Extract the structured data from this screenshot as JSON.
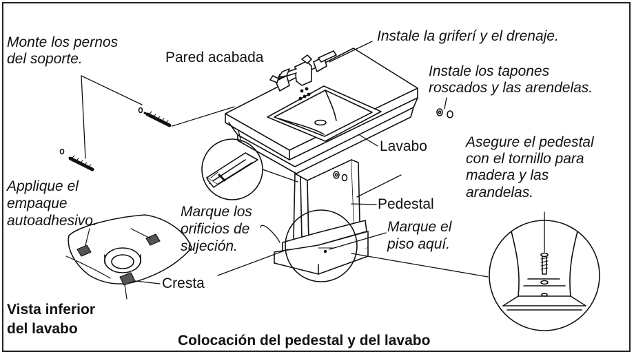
{
  "labels": {
    "monte_line1": "Monte los pernos",
    "monte_line2": "del soporte.",
    "pared": "Pared acabada",
    "instale_griferia": "Instale la griferí y el drenaje.",
    "tapones_line1": "Instale los tapones",
    "tapones_line2": "roscados y las arendelas.",
    "lavabo": "Lavabo",
    "asegure_line1": "Asegure el pedestal",
    "asegure_line2": "con el tornillo para",
    "asegure_line3": "madera y las",
    "asegure_line4": "arandelas.",
    "applique_line1": "Applique el",
    "applique_line2": "empaque",
    "applique_line3": "autoadhesivo.",
    "marque_orif_line1": "Marque los",
    "marque_orif_line2": "orificios de",
    "marque_orif_line3": "sujeción.",
    "pedestal": "Pedestal",
    "marque_piso_line1": "Marque el",
    "marque_piso_line2": "piso aquí.",
    "cresta": "Cresta",
    "vista_line1": "Vista inferior",
    "vista_line2": "del lavabo",
    "caption": "Colocación del pedestal y del lavabo"
  }
}
